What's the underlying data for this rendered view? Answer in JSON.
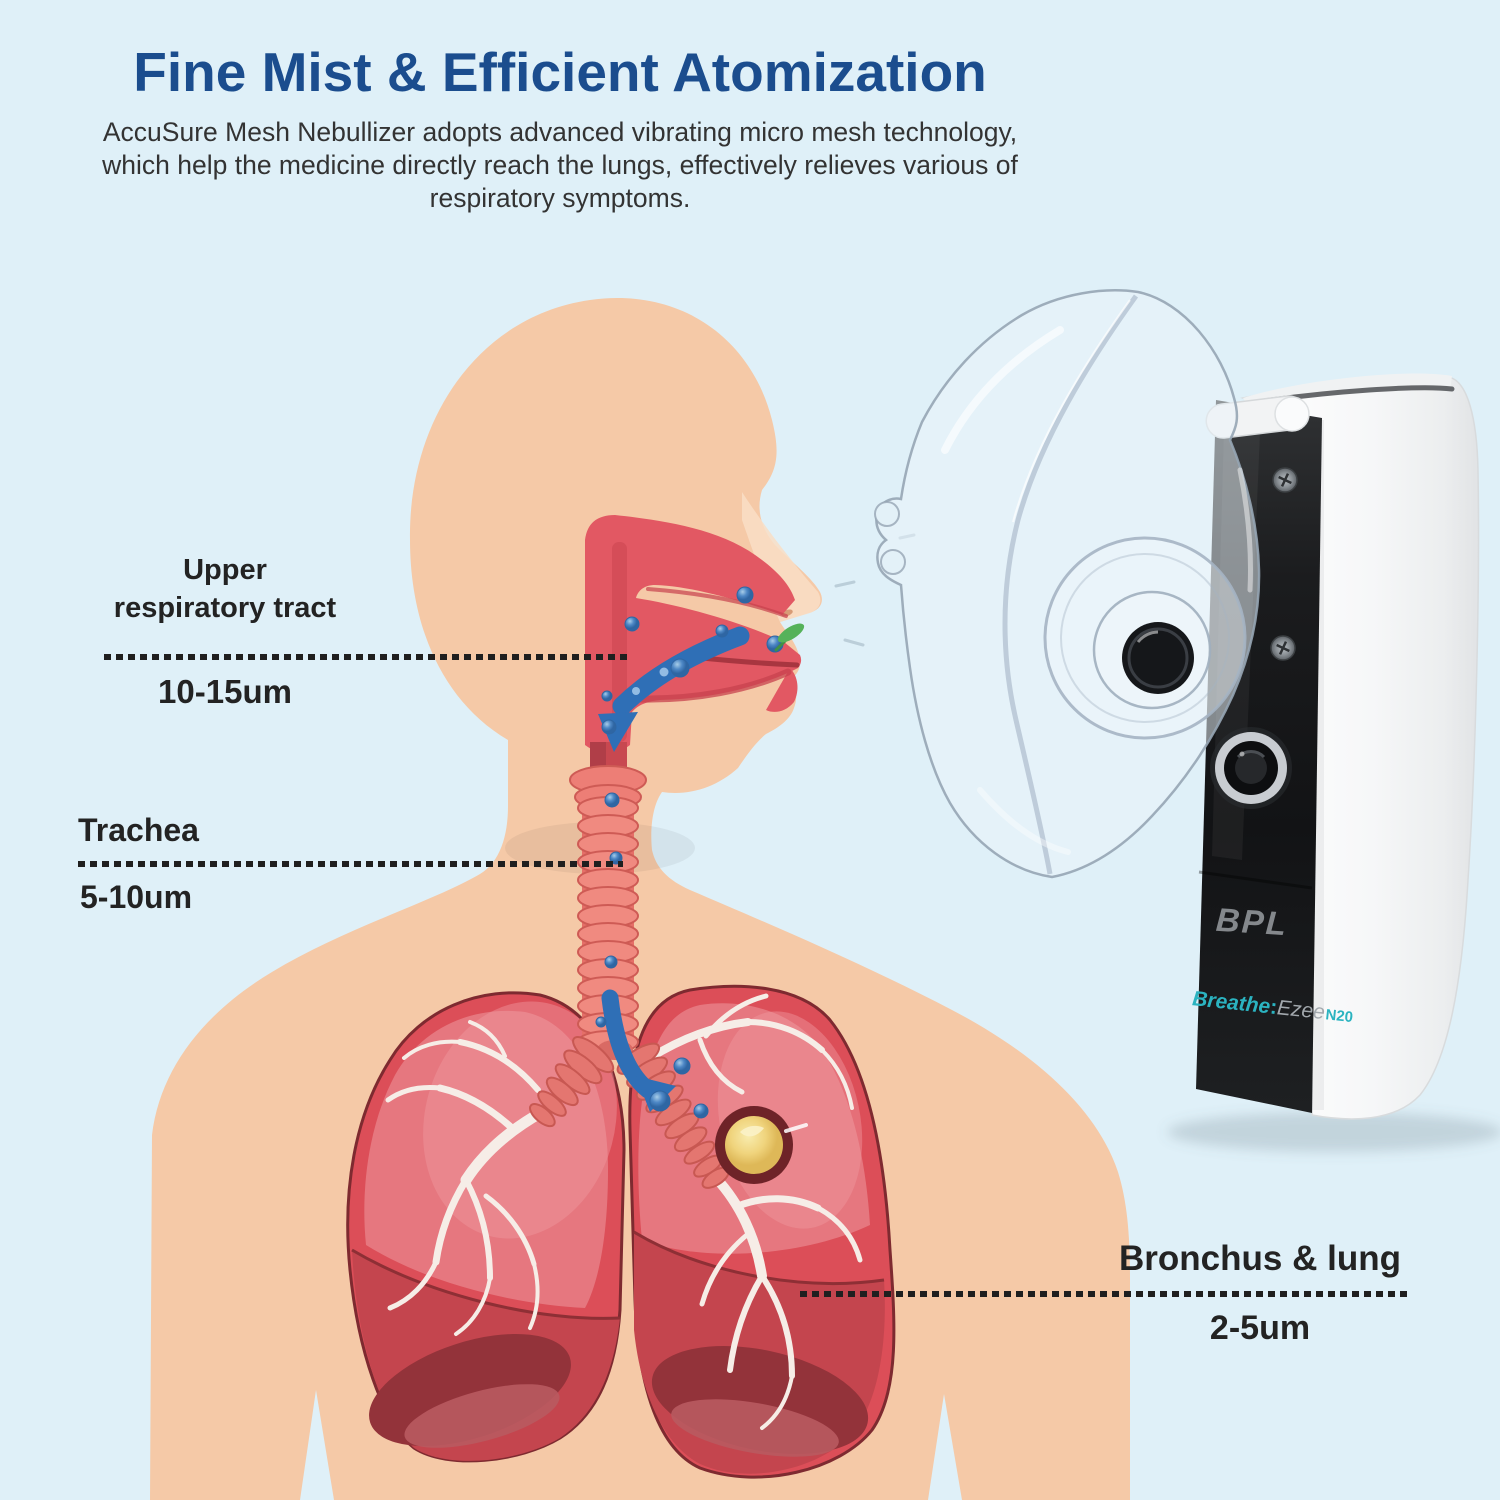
{
  "header": {
    "title": "Fine Mist & Efficient Atomization",
    "subtitle_line1": "AccuSure Mesh Nebullizer adopts advanced vibrating micro mesh technology,",
    "subtitle_line2": "which help the medicine directly reach the lungs, effectively relieves various of",
    "subtitle_line3": "respiratory symptoms."
  },
  "annotations": {
    "upper": {
      "label_line1": "Upper",
      "label_line2": "respiratory tract",
      "value": "10-15um"
    },
    "trachea": {
      "label": "Trachea",
      "value": "5-10um"
    },
    "bronchus": {
      "label": "Bronchus & lung",
      "value": "2-5um"
    }
  },
  "product": {
    "brand": "BPL",
    "model_primary": "Breathe",
    "model_separator": ":",
    "model_secondary": "Ezee",
    "model_variant": "N20"
  },
  "colors": {
    "background": "#DFF0F8",
    "title_blue": "#1B4D8E",
    "body_text": "#333333",
    "label_text": "#232323",
    "skin": "#F5C9A7",
    "respiratory_red": "#E25863",
    "respiratory_dark_red": "#C7414D",
    "trachea_ring": "#F08A80",
    "lung_red": "#DC4E58",
    "lung_light": "#E87F86",
    "lung_lobe": "#C4454E",
    "lung_dark": "#93333A",
    "bronchi_white": "#F6EDE7",
    "arrow_blue": "#2F6FB6",
    "droplet_blue": "#4E88C6",
    "nodule_yellow": "#F0D47D",
    "brand_gray": "#84888C",
    "brand_teal": "#2BB3C0",
    "brand_silver": "#A2A8AD",
    "device_black": "#17181A",
    "device_white": "#F4F5F6"
  }
}
